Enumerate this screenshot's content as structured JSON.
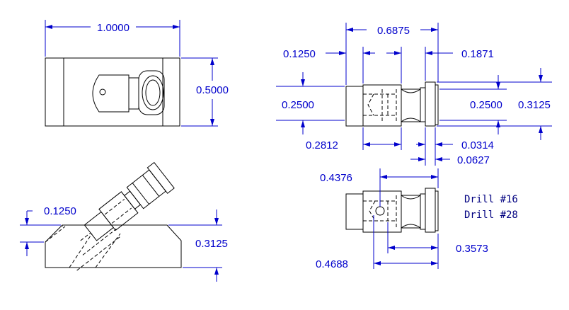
{
  "colors": {
    "object": "#000000",
    "dimension": "#0000cc",
    "note": "#000080",
    "background": "#ffffff"
  },
  "top_view": {
    "width": "1.0000",
    "height": "0.5000"
  },
  "side_view": {
    "overall": "0.6875",
    "left_step": "0.1250",
    "right_step": "0.1871",
    "left_dia": "0.2500",
    "right_dia": "0.2500",
    "flange_dia": "0.3125",
    "groove_pos": "0.2812",
    "groove_w": "0.0314",
    "flange_w": "0.0627"
  },
  "angled_view": {
    "offset": "0.1250",
    "height": "0.3125"
  },
  "drill_view": {
    "hole_pos": "0.4376",
    "slot_pos": "0.3573",
    "overall": "0.4688",
    "note1": "Drill #16",
    "note2": "Drill #28"
  }
}
